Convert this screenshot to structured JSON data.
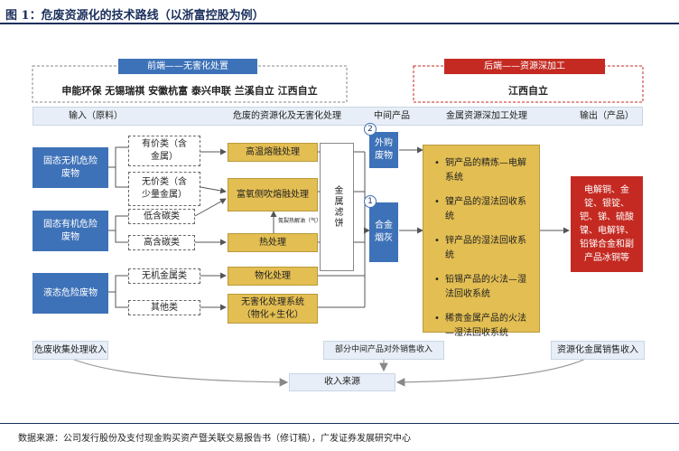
{
  "title": "图 1：危废资源化的技术路线（以浙富控股为例）",
  "frontend_header": "前端——无害化处置",
  "backend_header": "后端——资源深加工",
  "frontend_companies": "申能环保 无锡瑞祺 安徽杭富 泰兴申联 兰溪自立 江西自立",
  "backend_companies": "江西自立",
  "stages": [
    "输入（原料）",
    "危废的资源化及无害化处理",
    "中间产品",
    "金属资源深加工处理",
    "输出（产品）"
  ],
  "inputs": [
    "固态无机危险废物",
    "固态有机危险废物",
    "液态危险废物"
  ],
  "categories": [
    "有价类（含金属）",
    "无价类（含少量金属）",
    "低含碳类",
    "高含碳类",
    "无机金属类",
    "其他类"
  ],
  "processes": [
    "高温熔融处理",
    "富氧侧吹熔融处理",
    "热处理",
    "物化处理",
    "无害化处理系统（物化+生化）"
  ],
  "pyrolysis_label": "氮裂热解油（气）",
  "metal_filter": "金属滤饼",
  "intermediate": [
    "外购废物",
    "合金烟灰"
  ],
  "markers": [
    "1",
    "2"
  ],
  "deep_processing": [
    "铜产品的精炼—电解系统",
    "镍产品的湿法回收系统",
    "锌产品的湿法回收系统",
    "铅锡产品的火法—湿法回收系统",
    "稀贵金属产品的火法—湿法回收系统"
  ],
  "output": "电解铜、金锭、银锭、钯、锑、硫酸镍、电解锌、铅锑合金和副产品冰铜等",
  "revenue": [
    "危废收集处理收入",
    "部分中间产品对外销售收入",
    "资源化金属销售收入",
    "收入来源"
  ],
  "source": "数据来源：公司发行股份及支付现金购买资产暨关联交易报告书（修订稿），广发证券发展研究中心",
  "colors": {
    "blue": "#3e72b8",
    "gold": "#e3be52",
    "red": "#c42a21",
    "navy": "#1a2f5c"
  }
}
